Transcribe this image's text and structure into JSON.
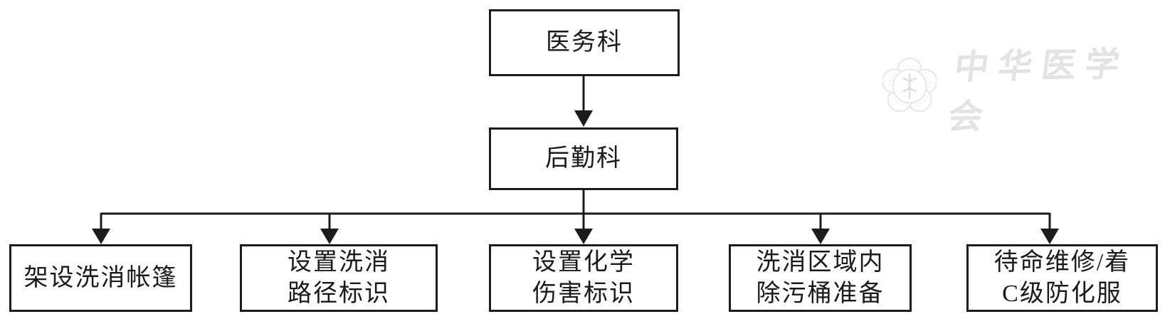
{
  "diagram": {
    "type": "flowchart",
    "direction": "top-down",
    "nodes": {
      "root": {
        "label": "医务科"
      },
      "mid": {
        "label": "后勤科"
      },
      "leaf1": {
        "line1": "架设洗消帐篷"
      },
      "leaf2": {
        "line1": "设置洗消",
        "line2": "路径标识"
      },
      "leaf3": {
        "line1": "设置化学",
        "line2": "伤害标识"
      },
      "leaf4": {
        "line1": "洗消区域内",
        "line2": "除污桶准备"
      },
      "leaf5": {
        "line1": "待命维修/着",
        "line2": "C级防化服"
      }
    },
    "edges": [
      {
        "from": "医务科",
        "to": "后勤科"
      },
      {
        "from": "后勤科",
        "to": "架设洗消帐篷"
      },
      {
        "from": "后勤科",
        "to": "设置洗消路径标识"
      },
      {
        "from": "后勤科",
        "to": "设置化学伤害标识"
      },
      {
        "from": "后勤科",
        "to": "洗消区域内除污桶准备"
      },
      {
        "from": "后勤科",
        "to": "待命维修/着C级防化服"
      }
    ]
  },
  "watermark": {
    "text": "中华医学会",
    "logo_icon": "cma-plum-blossom-logo",
    "color": "#e3e3e3"
  },
  "colors": {
    "background": "#ffffff",
    "line": "#1c1c1c",
    "box_border": "#1c1c1c",
    "text": "#1a1a1a"
  }
}
